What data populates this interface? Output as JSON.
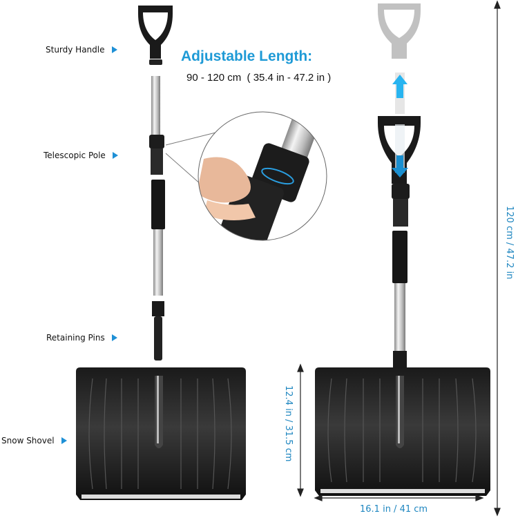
{
  "header": {
    "title": "Adjustable Length:",
    "subtitle": "90 - 120 cm  ( 35.4 in - 47.2 in )"
  },
  "callouts": [
    {
      "label": "Sturdy Handle",
      "icon": "triangle-right-icon"
    },
    {
      "label": "Telescopic Pole",
      "icon": "triangle-right-icon"
    },
    {
      "label": "Retaining Pins",
      "icon": "triangle-right-icon"
    },
    {
      "label": "Snow Shovel",
      "icon": "triangle-right-icon"
    }
  ],
  "dimensions": {
    "total_height": "120 cm / 47.2 in",
    "blade_height": "12.4 in / 31.5 cm",
    "blade_width": "16.1 in / 41 cm"
  },
  "colors": {
    "accent": "#1e9ad6",
    "dimension_text": "#1e86c0",
    "product": "#111111",
    "pole": "#c8c8c8"
  }
}
